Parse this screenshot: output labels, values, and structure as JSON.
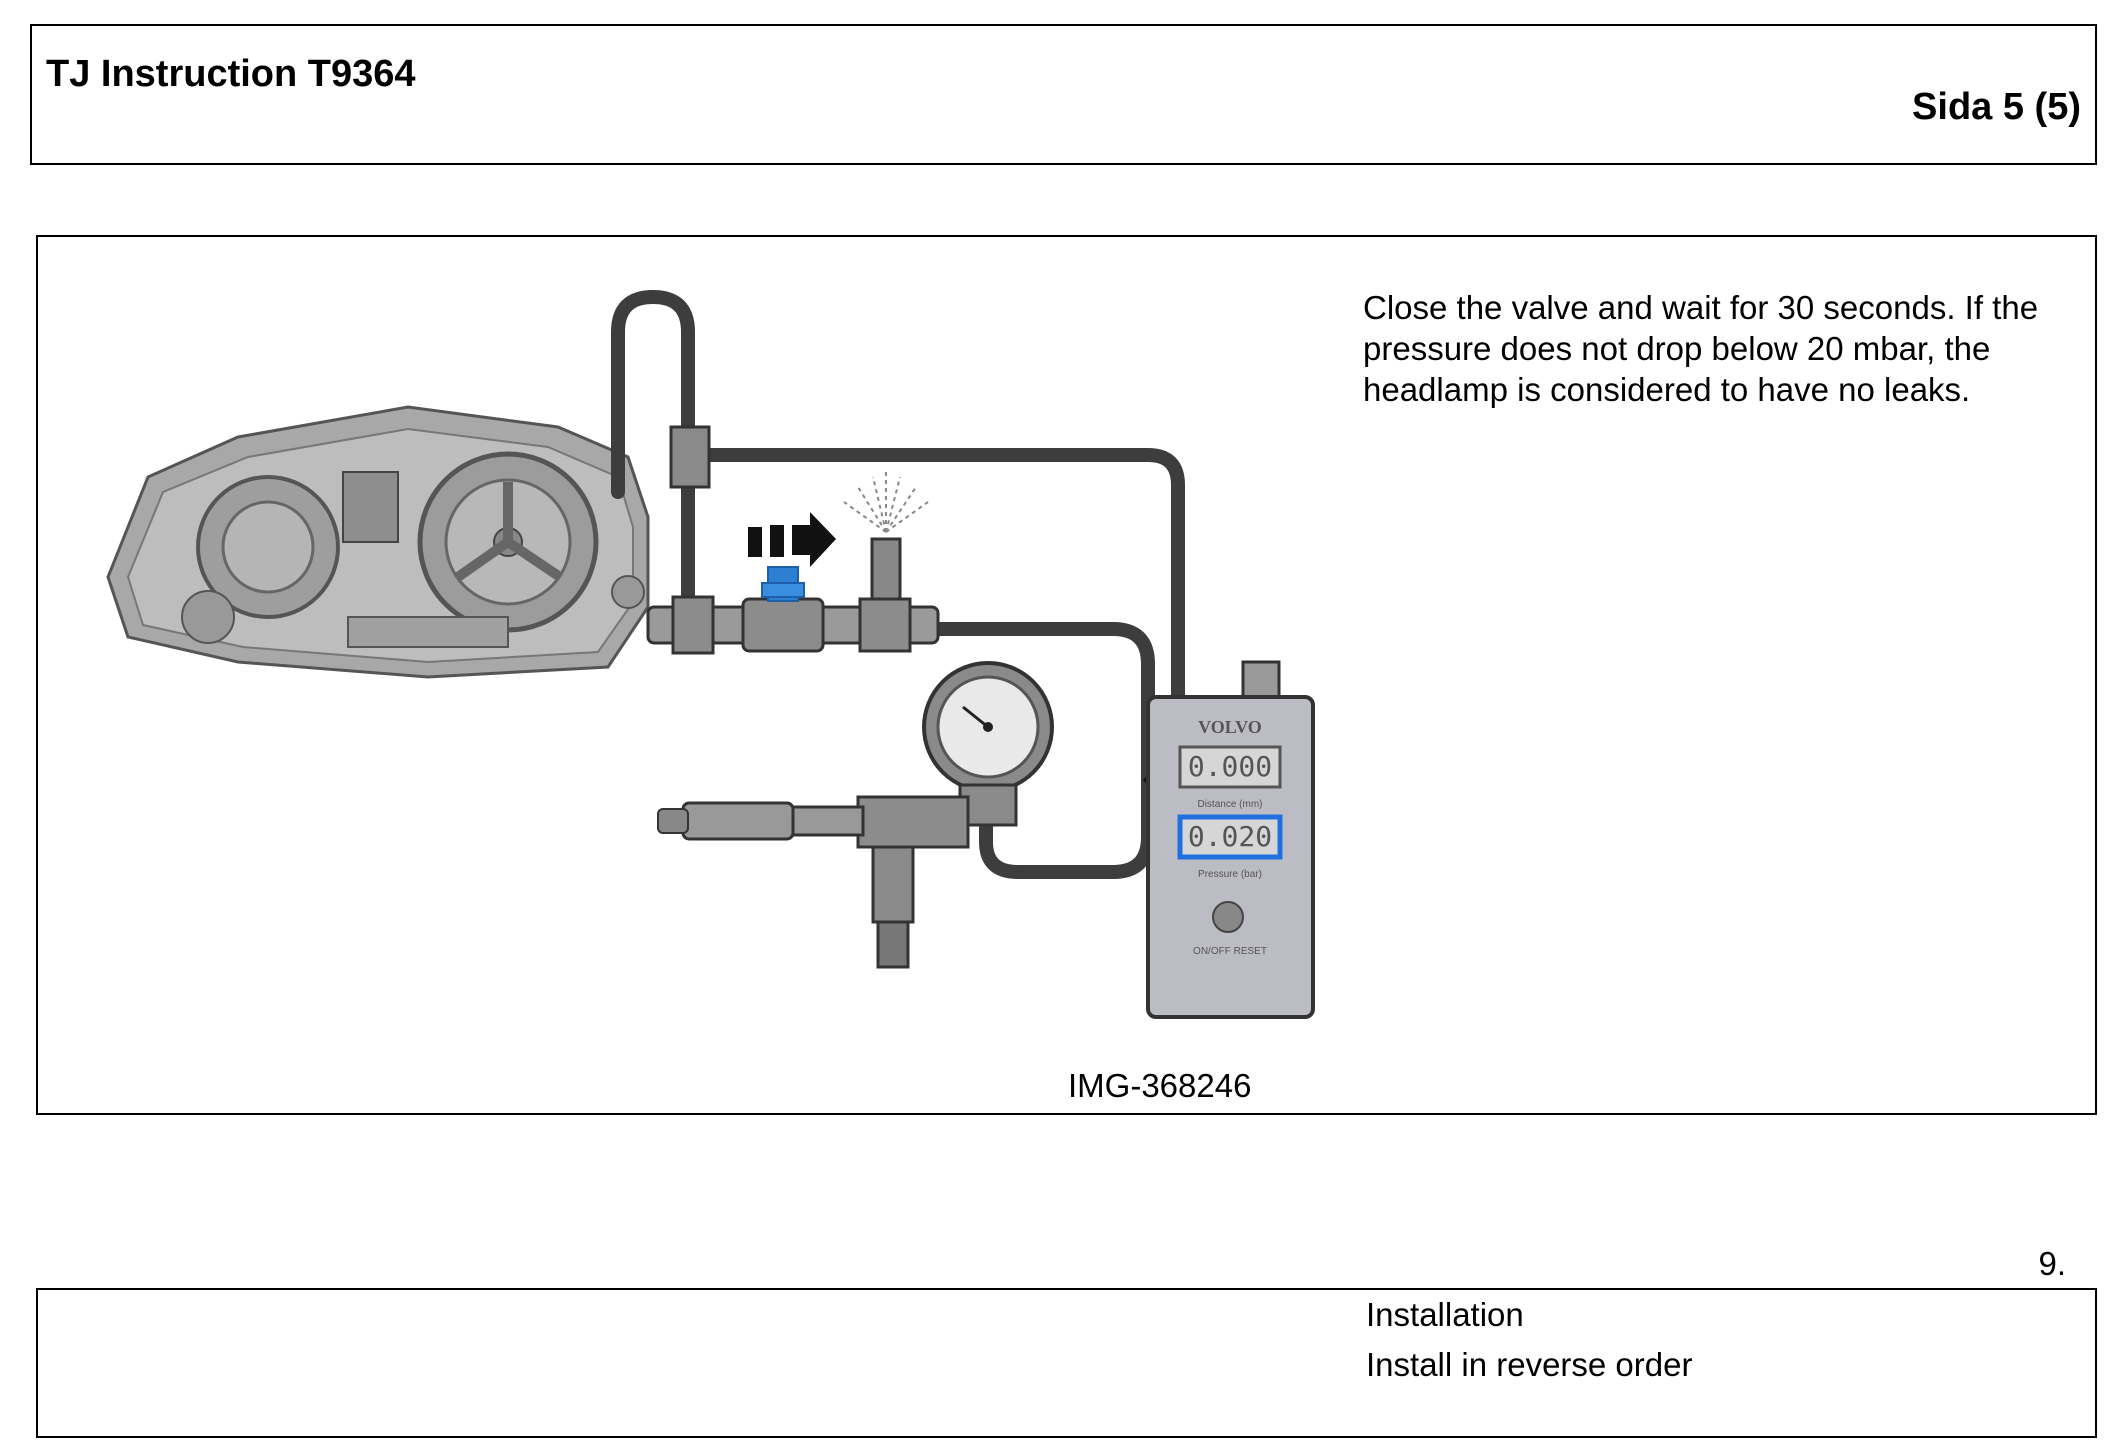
{
  "header": {
    "doc_title": "TJ Instruction T9364",
    "page_number": "Sida 5 (5)"
  },
  "step": {
    "text": "Close the valve and wait for 30 seconds. If the pressure does not drop below 20 mbar, the headlamp is considered to have no leaks.",
    "image_id": "IMG-368246",
    "number": "9."
  },
  "device": {
    "brand": "VOLVO",
    "distance_value": "0.000",
    "distance_label": "Distance  (mm)",
    "pressure_value": "0.020",
    "pressure_label": "Pressure  (bar)",
    "buttons_label": "ON/OFF   RESET"
  },
  "installation": {
    "title": "Installation",
    "text": "Install in reverse order"
  },
  "colors": {
    "hose": "#3d3d3d",
    "part_gray": "#9a9a9a",
    "valve_blue": "#2d7fd1",
    "display_highlight": "#1f6fe0"
  },
  "icons": [
    "headlamp-icon",
    "pressure-gauge-icon",
    "valve-icon",
    "arrow-icon",
    "leak-spray-icon"
  ]
}
